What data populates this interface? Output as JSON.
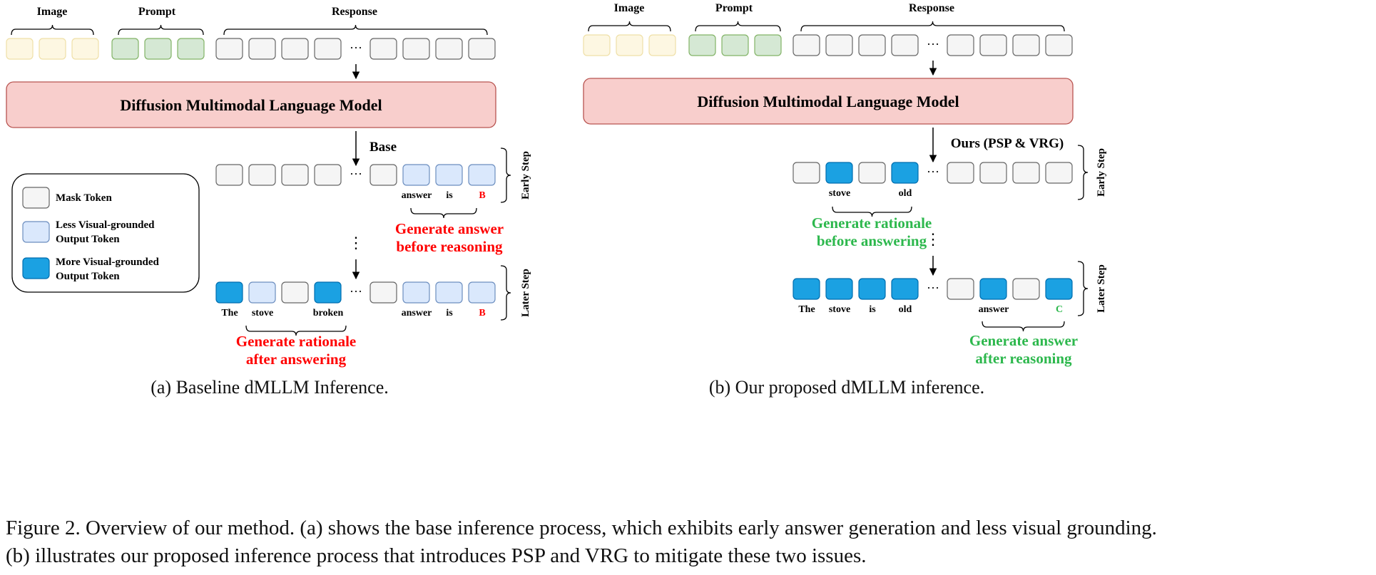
{
  "panel_a": {
    "headers": {
      "image": "Image",
      "prompt": "Prompt",
      "response": "Response"
    },
    "model_label": "Diffusion Multimodal Language Model",
    "method_label": "Base",
    "early_step_label": "Early Step",
    "later_step_label": "Later Step",
    "early_tokens": [
      "answer",
      "is",
      "B"
    ],
    "later_tokens": [
      "The",
      "stove",
      "broken",
      "answer",
      "is",
      "B"
    ],
    "annotation_early": [
      "Generate answer",
      "before reasoning"
    ],
    "annotation_later": [
      "Generate rationale",
      "after answering"
    ],
    "sub_caption": "(a) Baseline dMLLM Inference."
  },
  "panel_b": {
    "headers": {
      "image": "Image",
      "prompt": "Prompt",
      "response": "Response"
    },
    "model_label": "Diffusion Multimodal Language Model",
    "method_label": "Ours (PSP & VRG)",
    "early_step_label": "Early Step",
    "later_step_label": "Later Step",
    "early_tokens": [
      "stove",
      "old"
    ],
    "later_tokens": [
      "The",
      "stove",
      "is",
      "old",
      "answer",
      "C"
    ],
    "annotation_early": [
      "Generate rationale",
      "before answering"
    ],
    "annotation_later": [
      "Generate answer",
      "after reasoning"
    ],
    "sub_caption": "(b) Our proposed dMLLM inference."
  },
  "legend": {
    "mask_token": "Mask Token",
    "less_visual": [
      "Less Visual-grounded",
      "Output Token"
    ],
    "more_visual": [
      "More Visual-grounded",
      "Output Token"
    ]
  },
  "ellipsis": "···",
  "vertical_ellipsis": "⋮",
  "figure_caption": [
    "Figure 2. Overview of our method. (a) shows the base inference process, which exhibits early answer generation and less visual grounding.",
    "(b) illustrates our proposed inference process that introduces PSP and VRG to mitigate these two issues."
  ],
  "colors": {
    "image_token": "#fdf7e2",
    "image_token_border": "#efe0a8",
    "prompt_token": "#d5e8d4",
    "prompt_token_border": "#82b366",
    "mask_token": "#f5f5f5",
    "mask_token_border": "#666666",
    "less_visual": "#dae8fc",
    "less_visual_border": "#6c8ebf",
    "more_visual": "#1ba1e2",
    "more_visual_border": "#006eaf",
    "model_fill": "#f8cecc",
    "model_border": "#b85450",
    "red_text": "#ff0000",
    "green_text": "#2db84d"
  }
}
